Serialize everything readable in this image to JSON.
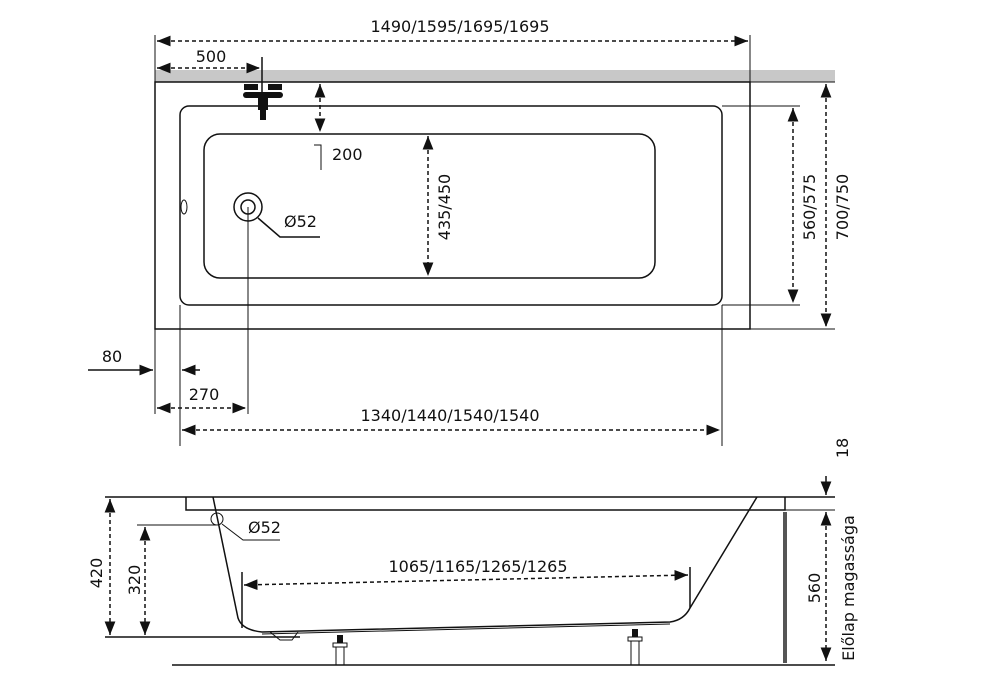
{
  "title": "Bathtub dimension drawing",
  "colors": {
    "line": "#111111",
    "wall": "#c8c8c8",
    "panel": "#555555"
  },
  "top_view": {
    "overall_length": "1490/1595/1695/1695",
    "faucet_offset": "500",
    "faucet_depth": "200",
    "drain_diameter": "Ø52",
    "basin_width": "435/450",
    "rim_width": "560/575",
    "overall_width": "700/750",
    "edge_offset": "80",
    "drain_offset": "270",
    "inner_length": "1340/1440/1540/1540"
  },
  "side_view": {
    "overflow_diameter": "Ø52",
    "total_height": "420",
    "overflow_height": "320",
    "bottom_length": "1065/1165/1265/1265",
    "rim_thickness": "18",
    "panel_height": "560",
    "panel_label": "Előlap magassága"
  }
}
